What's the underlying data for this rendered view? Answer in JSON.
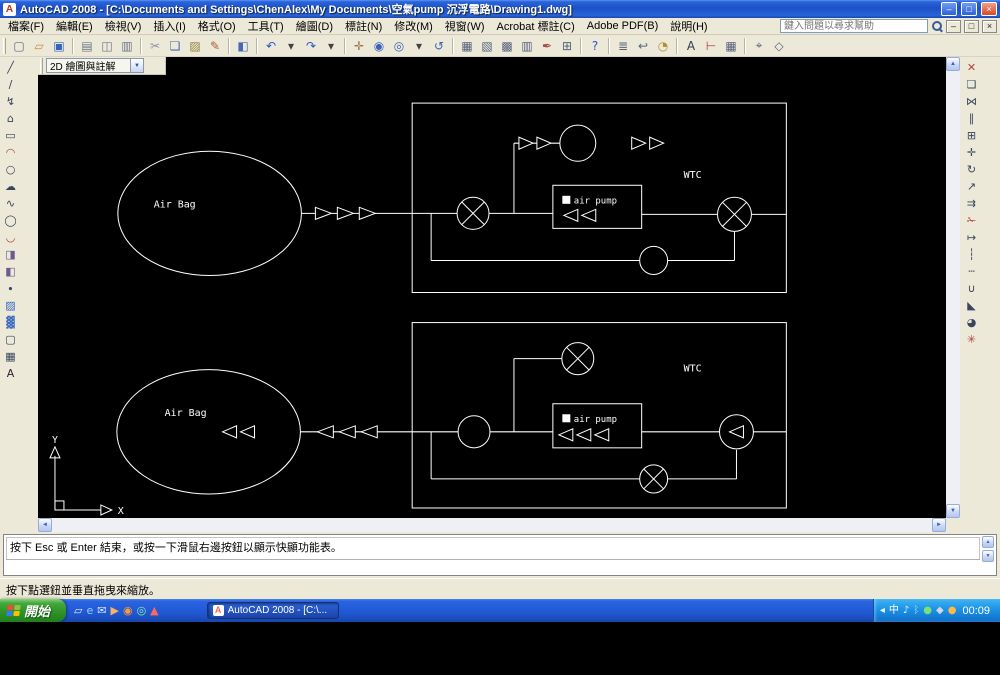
{
  "window": {
    "app_icon": "A",
    "title": "AutoCAD 2008 - [C:\\Documents and Settings\\ChenAlex\\My Documents\\空氣pump 沉浮電路\\Drawing1.dwg]",
    "controls": {
      "minimize": "–",
      "maximize": "□",
      "close": "×"
    }
  },
  "mdi": {
    "minimize": "–",
    "restore": "□",
    "close": "×"
  },
  "menu": {
    "items": [
      {
        "id": "file",
        "label": "檔案(F)"
      },
      {
        "id": "edit",
        "label": "編輯(E)"
      },
      {
        "id": "view",
        "label": "檢視(V)"
      },
      {
        "id": "insert",
        "label": "插入(I)"
      },
      {
        "id": "format",
        "label": "格式(O)"
      },
      {
        "id": "tools",
        "label": "工具(T)"
      },
      {
        "id": "draw",
        "label": "繪圖(D)"
      },
      {
        "id": "dimension",
        "label": "標註(N)"
      },
      {
        "id": "modify",
        "label": "修改(M)"
      },
      {
        "id": "window",
        "label": "視窗(W)"
      },
      {
        "id": "acrobat-comments",
        "label": "Acrobat 標註(C)"
      },
      {
        "id": "adobe-pdf",
        "label": "Adobe PDF(B)"
      },
      {
        "id": "help",
        "label": "說明(H)"
      }
    ],
    "search_placeholder": "鍵入問題以尋求幫助"
  },
  "icons": {
    "combo_arrow": "▼",
    "workspace_settings": "✱",
    "arrow_up": "▲",
    "arrow_down": "▼",
    "arrow_left": "◄",
    "arrow_right": "►"
  },
  "toolbars": {
    "workspace": "2D 繪圖與註解",
    "standard": [
      {
        "name": "qnew",
        "glyph": "▢",
        "color": "#5a6a84"
      },
      {
        "name": "open",
        "glyph": "▱",
        "color": "#c89030"
      },
      {
        "name": "save",
        "glyph": "▣",
        "color": "#3464c0"
      },
      {
        "sep": true
      },
      {
        "name": "plot",
        "glyph": "▤",
        "color": "#6a7686"
      },
      {
        "name": "plot-preview",
        "glyph": "◫",
        "color": "#6a7686"
      },
      {
        "name": "publish",
        "glyph": "▥",
        "color": "#6a7686"
      },
      {
        "sep": true
      },
      {
        "name": "cut",
        "glyph": "✂",
        "color": "#8a94a2"
      },
      {
        "name": "copy",
        "glyph": "❏",
        "color": "#4a66b4"
      },
      {
        "name": "paste",
        "glyph": "▨",
        "color": "#90803e"
      },
      {
        "name": "match-properties",
        "glyph": "✎",
        "color": "#a85c34"
      },
      {
        "sep": true
      },
      {
        "name": "block-editor",
        "glyph": "◧",
        "color": "#4a66b4"
      },
      {
        "sep": true
      },
      {
        "name": "undo",
        "glyph": "↶",
        "color": "#2858c8"
      },
      {
        "name": "undo-dropdown",
        "glyph": "▾",
        "color": "#444444"
      },
      {
        "name": "redo",
        "glyph": "↷",
        "color": "#2858c8"
      },
      {
        "name": "redo-dropdown",
        "glyph": "▾",
        "color": "#444444"
      },
      {
        "sep": true
      },
      {
        "name": "pan",
        "glyph": "✛",
        "color": "#9a7040"
      },
      {
        "name": "zoom-realtime",
        "glyph": "◉",
        "color": "#3a62b8"
      },
      {
        "name": "zoom-window",
        "glyph": "◎",
        "color": "#3a62b8"
      },
      {
        "name": "zoom-dropdown",
        "glyph": "▾",
        "color": "#444444"
      },
      {
        "name": "zoom-previous",
        "glyph": "↺",
        "color": "#3a62b8"
      },
      {
        "sep": true
      },
      {
        "name": "properties",
        "glyph": "▦",
        "color": "#56627c"
      },
      {
        "name": "designcenter",
        "glyph": "▧",
        "color": "#56627c"
      },
      {
        "name": "tool-palettes",
        "glyph": "▩",
        "color": "#56627c"
      },
      {
        "name": "sheet-set-manager",
        "glyph": "▥",
        "color": "#56627c"
      },
      {
        "name": "markup-set-manager",
        "glyph": "✒",
        "color": "#a84848"
      },
      {
        "name": "quickcalc",
        "glyph": "⊞",
        "color": "#56627c"
      },
      {
        "sep": true
      },
      {
        "name": "help",
        "glyph": "?",
        "color": "#2858c8"
      },
      {
        "sep": true
      },
      {
        "name": "layer-properties",
        "glyph": "≣",
        "color": "#56627c"
      },
      {
        "name": "layer-previous",
        "glyph": "↩",
        "color": "#56627c"
      },
      {
        "name": "make-objects-layer",
        "glyph": "◔",
        "color": "#b09030"
      },
      {
        "sep": true
      },
      {
        "name": "text-style",
        "glyph": "A",
        "color": "#303848"
      },
      {
        "name": "dimension-style",
        "glyph": "⊢",
        "color": "#b04040"
      },
      {
        "name": "table-style",
        "glyph": "▦",
        "color": "#56627c"
      },
      {
        "sep": true
      },
      {
        "name": "osnap-settings",
        "glyph": "⌖",
        "color": "#56627c"
      },
      {
        "name": "named-views",
        "glyph": "◇",
        "color": "#56627c"
      }
    ],
    "draw": [
      {
        "name": "line",
        "glyph": "╱",
        "color": "#38455e"
      },
      {
        "name": "construction-line",
        "glyph": "∕",
        "color": "#38455e"
      },
      {
        "name": "polyline",
        "glyph": "↯",
        "color": "#38455e"
      },
      {
        "name": "polygon",
        "glyph": "⌂",
        "color": "#38455e"
      },
      {
        "name": "rectangle",
        "glyph": "▭",
        "color": "#38455e"
      },
      {
        "name": "arc",
        "glyph": "◠",
        "color": "#b04040"
      },
      {
        "name": "circle",
        "glyph": "○",
        "color": "#38455e"
      },
      {
        "name": "revision-cloud",
        "glyph": "☁",
        "color": "#38455e"
      },
      {
        "name": "spline",
        "glyph": "∿",
        "color": "#38455e"
      },
      {
        "name": "ellipse",
        "glyph": "◯",
        "color": "#38455e"
      },
      {
        "name": "ellipse-arc",
        "glyph": "◡",
        "color": "#b04040"
      },
      {
        "name": "insert-block",
        "glyph": "◨",
        "color": "#6a5a90"
      },
      {
        "name": "make-block",
        "glyph": "◧",
        "color": "#6a5a90"
      },
      {
        "name": "point",
        "glyph": "∙",
        "color": "#38455e"
      },
      {
        "name": "hatch",
        "glyph": "▨",
        "color": "#3868c0"
      },
      {
        "name": "gradient",
        "glyph": "▓",
        "color": "#3868c0"
      },
      {
        "name": "region",
        "glyph": "▢",
        "color": "#38455e"
      },
      {
        "name": "table",
        "glyph": "▦",
        "color": "#38455e"
      },
      {
        "name": "multiline-text",
        "glyph": "A",
        "color": "#202838"
      }
    ],
    "modify": [
      {
        "name": "erase",
        "glyph": "✕",
        "color": "#b04040"
      },
      {
        "name": "copy-object",
        "glyph": "❏",
        "color": "#38455e"
      },
      {
        "name": "mirror",
        "glyph": "⋈",
        "color": "#38455e"
      },
      {
        "name": "offset",
        "glyph": "∥",
        "color": "#38455e"
      },
      {
        "name": "array",
        "glyph": "⊞",
        "color": "#38455e"
      },
      {
        "name": "move",
        "glyph": "✛",
        "color": "#38455e"
      },
      {
        "name": "rotate",
        "glyph": "↻",
        "color": "#38455e"
      },
      {
        "name": "scale",
        "glyph": "↗",
        "color": "#38455e"
      },
      {
        "name": "stretch",
        "glyph": "⇉",
        "color": "#38455e"
      },
      {
        "name": "trim",
        "glyph": "✁",
        "color": "#b04040"
      },
      {
        "name": "extend",
        "glyph": "↦",
        "color": "#38455e"
      },
      {
        "name": "break-at-point",
        "glyph": "┆",
        "color": "#38455e"
      },
      {
        "name": "break",
        "glyph": "┄",
        "color": "#38455e"
      },
      {
        "name": "join",
        "glyph": "∪",
        "color": "#38455e"
      },
      {
        "name": "chamfer",
        "glyph": "◣",
        "color": "#38455e"
      },
      {
        "name": "fillet",
        "glyph": "◕",
        "color": "#38455e"
      },
      {
        "name": "explode",
        "glyph": "✳",
        "color": "#b04040"
      }
    ]
  },
  "drawing": {
    "air_bag_label": "Air Bag",
    "wtc_label": "WTC",
    "pump_label": "air pump",
    "axis_x": "X",
    "axis_y": "Y"
  },
  "command": {
    "history_line": "按下 Esc 或 Enter 結束，或按一下滑鼠右邊按鈕以顯示快顯功能表。",
    "input_value": ""
  },
  "statusbar": {
    "message": "按下點選鈕並垂直拖曳來縮放。"
  },
  "taskbar": {
    "start_label": "開始",
    "task_icon": "A",
    "task_label": "AutoCAD 2008 - [C:\\...",
    "clock": "00:09",
    "quick_launch": [
      {
        "name": "show-desktop",
        "glyph": "▱",
        "color": "#dce8f8"
      },
      {
        "name": "internet-explorer",
        "glyph": "e",
        "color": "#8ed0ff"
      },
      {
        "name": "outlook-express",
        "glyph": "✉",
        "color": "#dce8f8"
      },
      {
        "name": "windows-media-player",
        "glyph": "▶",
        "color": "#ffb060"
      },
      {
        "name": "firefox",
        "glyph": "◉",
        "color": "#ff9a38"
      },
      {
        "name": "messenger",
        "glyph": "◎",
        "color": "#8ef09a"
      },
      {
        "name": "acrobat-reader",
        "glyph": "▲",
        "color": "#ff6a5a"
      }
    ],
    "tray_icons": [
      {
        "name": "hide-icons-chevron",
        "glyph": "◂",
        "color": "#eaf4ff"
      },
      {
        "name": "language-bar",
        "glyph": "中",
        "color": "#ffffff"
      },
      {
        "name": "volume",
        "glyph": "♪",
        "color": "#eaf4ff"
      },
      {
        "name": "bluetooth",
        "glyph": "ᛒ",
        "color": "#9cd0ff"
      },
      {
        "name": "antivirus",
        "glyph": "●",
        "color": "#7ae07a"
      },
      {
        "name": "usb-device",
        "glyph": "◆",
        "color": "#cfd8e8"
      },
      {
        "name": "updates",
        "glyph": "●",
        "color": "#ffb84a"
      }
    ]
  }
}
